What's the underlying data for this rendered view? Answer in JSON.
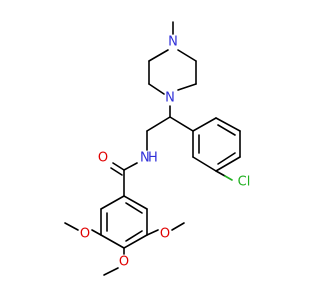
{
  "structure": {
    "name": "",
    "atoms": {
      "n_piperazine_top": "N",
      "n_piperazine_bottom": "N",
      "n_amide": "NH",
      "h_amide": "H",
      "o_carbonyl": "O",
      "cl": "Cl",
      "o_methoxy_left": "O",
      "o_methoxy_right": "O",
      "o_methoxy_bottom": "O"
    },
    "colors": {
      "carbon": "#000000",
      "nitrogen": "#2f2fd8",
      "oxygen": "#e00000",
      "chlorine": "#21b021"
    }
  }
}
